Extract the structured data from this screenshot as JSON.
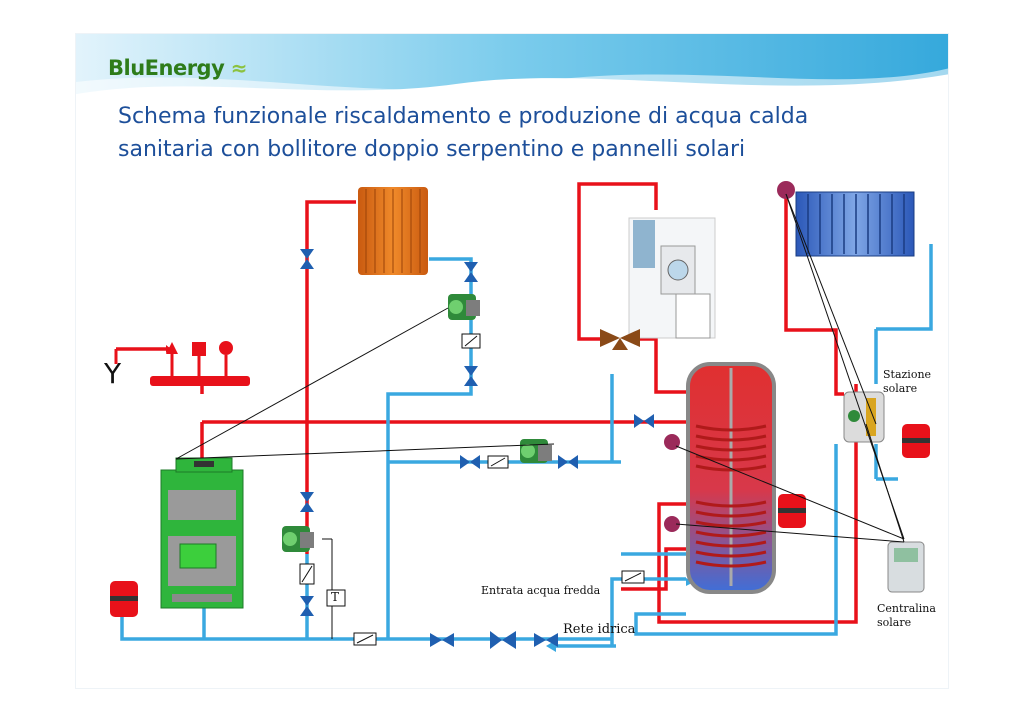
{
  "header": {
    "logo_text": "BluEnergy",
    "title": "Schema funzionale riscaldamento e produzione di acqua calda sanitaria con bollitore doppio serpentino e pannelli solari"
  },
  "labels": {
    "stazione_solare_line1": "Stazione",
    "stazione_solare_line2": "solare",
    "centralina_line1": "Centralina",
    "centralina_line2": "solare",
    "entrata_acqua_fredda": "Entrata acqua fredda",
    "rete_idrica": "Rete idrica",
    "y_symbol": "Y",
    "t_symbol": "T"
  },
  "colors": {
    "hot_pipe": "#e8111a",
    "cold_pipe": "#3aa8e0",
    "valve": "#1f5fb0",
    "radiator": "#e8761e",
    "boiler_body": "#2fb53c",
    "tank_hot": "#e03030",
    "tank_cold": "#3f6fd8",
    "expansion_vessel": "#e8111a",
    "title_blue": "#1d4f9a"
  }
}
